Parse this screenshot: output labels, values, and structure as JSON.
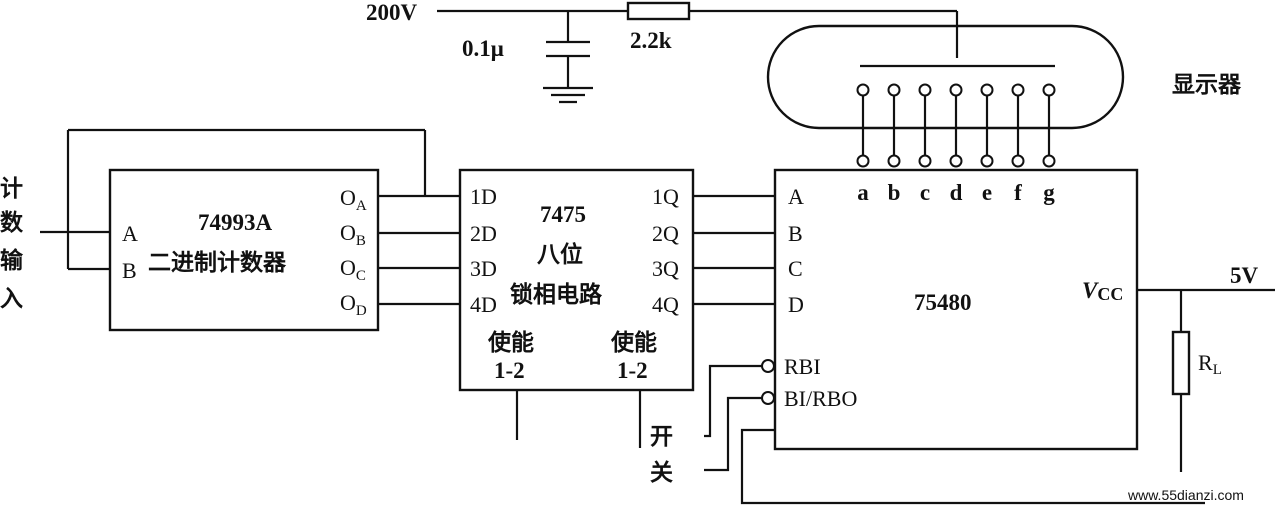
{
  "top": {
    "voltage": "200V",
    "capacitor": "0.1μ",
    "resistor": "2.2k"
  },
  "display": {
    "label": "显示器"
  },
  "segments": [
    "a",
    "b",
    "c",
    "d",
    "e",
    "f",
    "g"
  ],
  "input": {
    "label": [
      "计",
      "数",
      "输",
      "入"
    ]
  },
  "counter": {
    "part": "74993A",
    "name": "二进制计数器",
    "in_pins": [
      "A",
      "B"
    ],
    "out_pins": [
      {
        "main": "O",
        "sub": "A"
      },
      {
        "main": "O",
        "sub": "B"
      },
      {
        "main": "O",
        "sub": "C"
      },
      {
        "main": "O",
        "sub": "D"
      }
    ]
  },
  "latch": {
    "part": "7475",
    "name_line1": "八位",
    "name_line2": "锁相电路",
    "d_pins": [
      "1D",
      "2D",
      "3D",
      "4D"
    ],
    "q_pins": [
      "1Q",
      "2Q",
      "3Q",
      "4Q"
    ],
    "enable_label": "使能",
    "enable_pins": "1-2"
  },
  "decoder": {
    "part": "75480",
    "in_pins": [
      "A",
      "B",
      "C",
      "D"
    ],
    "rbi": "RBI",
    "bi_rbo": "BI/RBO",
    "vcc_main": "V",
    "vcc_sub": "CC"
  },
  "switch_label": [
    "开",
    "关"
  ],
  "supply": "5V",
  "load": {
    "main": "R",
    "sub": "L"
  },
  "watermark": "www.55dianzi.com"
}
